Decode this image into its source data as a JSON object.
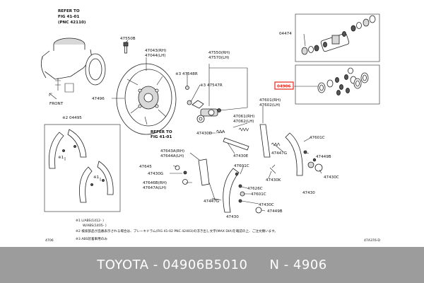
{
  "labels": {
    "refer_fig_4101_top": [
      "REFER TO",
      "FIG 41-01",
      "(PNC 42110)"
    ],
    "p47550b": "47550B",
    "p47043": [
      "47043(RH)",
      "47044(LH)"
    ],
    "p47550": [
      "47550(RH)",
      "47570(LH)"
    ],
    "p47548r": "※3 47548R",
    "p47547r": "※3 47547R",
    "p47496": "47496",
    "front": "FRONT",
    "p04495": "※2 04495",
    "refer_fig_4101_bottom": [
      "REFER TO",
      "FIG 41-01"
    ],
    "p47061": [
      "47061(RH)",
      "47062(LH)"
    ],
    "p47601": [
      "47601(RH)",
      "47602(LH)"
    ],
    "p47430d": "47430D",
    "p47430e": "47430E",
    "p47447g_top": "47447G",
    "p47601c_right": "47601C",
    "p47449b_right": "47449B",
    "p47430c_right": "47430C",
    "p47430_right": "47430",
    "p47643": [
      "47643A(RH)",
      "47644A(LH)"
    ],
    "p47645": "47645",
    "p47430g": "47430G",
    "p47646": [
      "47646B(RH)",
      "47647A(LH)"
    ],
    "p47601c_mid": "47601C",
    "p47430k": "47430K",
    "p47626c": "47626C",
    "p47601c_low": "47601C",
    "p47447g_low": "47447G",
    "p47430c_low": "47430C",
    "p47430_low": "47430",
    "p47449b_low": "47449B",
    "p04474": "04474",
    "p04906": "04906",
    "star1": "※1",
    "page_no": "4706",
    "diagram_code": "47A376-D"
  },
  "notes": {
    "n1": "※1  L/ABS(1412-      )",
    "n1b": "W/ABS(1405-      )",
    "n2": "※2  検索部品が品番表示される場合は、ブレーキドラム(FIG 41-02 PNC 42403)の浮き出し文字(MAX DIA)を確認の上、ご注文願います。",
    "n3": "※3  ABS装着車用のみ"
  },
  "footer": {
    "brand": "TOYOTA",
    "sep1": " - ",
    "part_number": "04906B5010",
    "sep2": "     ",
    "ref": "N - 4906"
  },
  "colors": {
    "highlight": "#e8261b",
    "footer_bg": "#9c9c9c",
    "footer_text": "#ffffff"
  }
}
